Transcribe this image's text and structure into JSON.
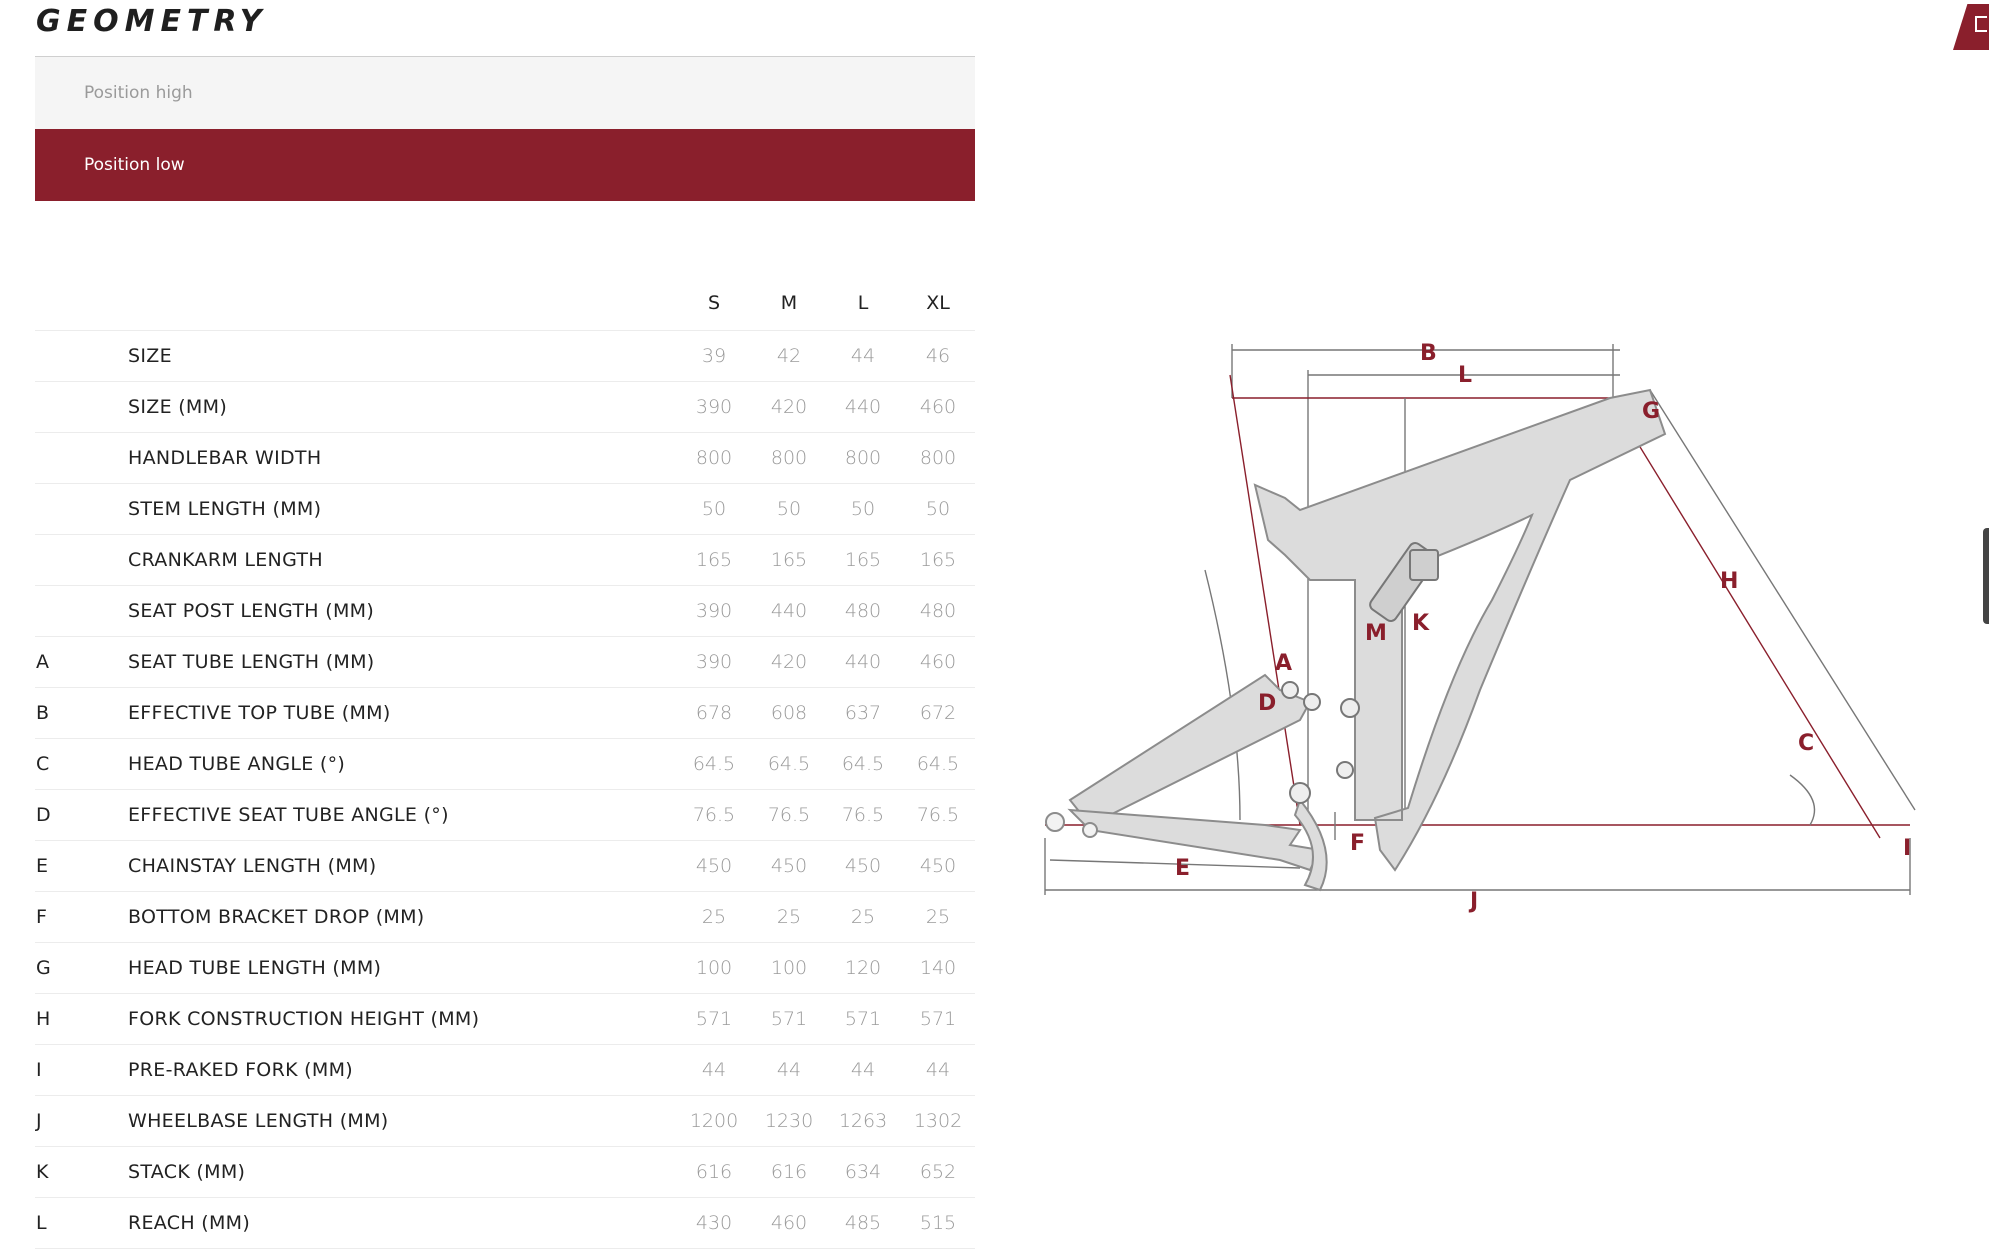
{
  "page": {
    "title": "GEOMETRY"
  },
  "tabs": [
    {
      "label": "Position high",
      "active": false
    },
    {
      "label": "Position low",
      "active": true
    }
  ],
  "table": {
    "columns": [
      "S",
      "M",
      "L",
      "XL"
    ],
    "rows": [
      {
        "letter": "",
        "label": "SIZE",
        "values": [
          "39",
          "42",
          "44",
          "46"
        ]
      },
      {
        "letter": "",
        "label": "SIZE (MM)",
        "values": [
          "390",
          "420",
          "440",
          "460"
        ]
      },
      {
        "letter": "",
        "label": "HANDLEBAR WIDTH",
        "values": [
          "800",
          "800",
          "800",
          "800"
        ]
      },
      {
        "letter": "",
        "label": "STEM LENGTH (MM)",
        "values": [
          "50",
          "50",
          "50",
          "50"
        ]
      },
      {
        "letter": "",
        "label": "CRANKARM LENGTH",
        "values": [
          "165",
          "165",
          "165",
          "165"
        ]
      },
      {
        "letter": "",
        "label": "SEAT POST LENGTH (MM)",
        "values": [
          "390",
          "440",
          "480",
          "480"
        ]
      },
      {
        "letter": "A",
        "label": "SEAT TUBE LENGTH (MM)",
        "values": [
          "390",
          "420",
          "440",
          "460"
        ]
      },
      {
        "letter": "B",
        "label": "EFFECTIVE TOP TUBE (MM)",
        "values": [
          "678",
          "608",
          "637",
          "672"
        ]
      },
      {
        "letter": "C",
        "label": "HEAD TUBE ANGLE (°)",
        "values": [
          "64.5",
          "64.5",
          "64.5",
          "64.5"
        ]
      },
      {
        "letter": "D",
        "label": "EFFECTIVE SEAT TUBE ANGLE (°)",
        "values": [
          "76.5",
          "76.5",
          "76.5",
          "76.5"
        ]
      },
      {
        "letter": "E",
        "label": "CHAINSTAY LENGTH (MM)",
        "values": [
          "450",
          "450",
          "450",
          "450"
        ]
      },
      {
        "letter": "F",
        "label": "BOTTOM BRACKET DROP (MM)",
        "values": [
          "25",
          "25",
          "25",
          "25"
        ]
      },
      {
        "letter": "G",
        "label": "HEAD TUBE LENGTH (MM)",
        "values": [
          "100",
          "100",
          "120",
          "140"
        ]
      },
      {
        "letter": "H",
        "label": "FORK CONSTRUCTION HEIGHT (MM)",
        "values": [
          "571",
          "571",
          "571",
          "571"
        ]
      },
      {
        "letter": "I",
        "label": "PRE-RAKED FORK (MM)",
        "values": [
          "44",
          "44",
          "44",
          "44"
        ]
      },
      {
        "letter": "J",
        "label": "WHEELBASE LENGTH (MM)",
        "values": [
          "1200",
          "1230",
          "1263",
          "1302"
        ]
      },
      {
        "letter": "K",
        "label": "STACK (MM)",
        "values": [
          "616",
          "616",
          "634",
          "652"
        ]
      },
      {
        "letter": "L",
        "label": "REACH (MM)",
        "values": [
          "430",
          "460",
          "485",
          "515"
        ]
      }
    ]
  },
  "diagram": {
    "labels": {
      "A": "A",
      "B": "B",
      "C": "C",
      "D": "D",
      "E": "E",
      "F": "F",
      "G": "G",
      "H": "H",
      "I": "I",
      "J": "J",
      "K": "K",
      "L": "L",
      "M": "M"
    }
  },
  "colors": {
    "accent": "#8a1f2c",
    "frame": "#dcdcdc",
    "frame_edge": "#8c8c8c",
    "muted_text": "#9a9a9a"
  },
  "icons": {
    "share": "share-icon"
  }
}
